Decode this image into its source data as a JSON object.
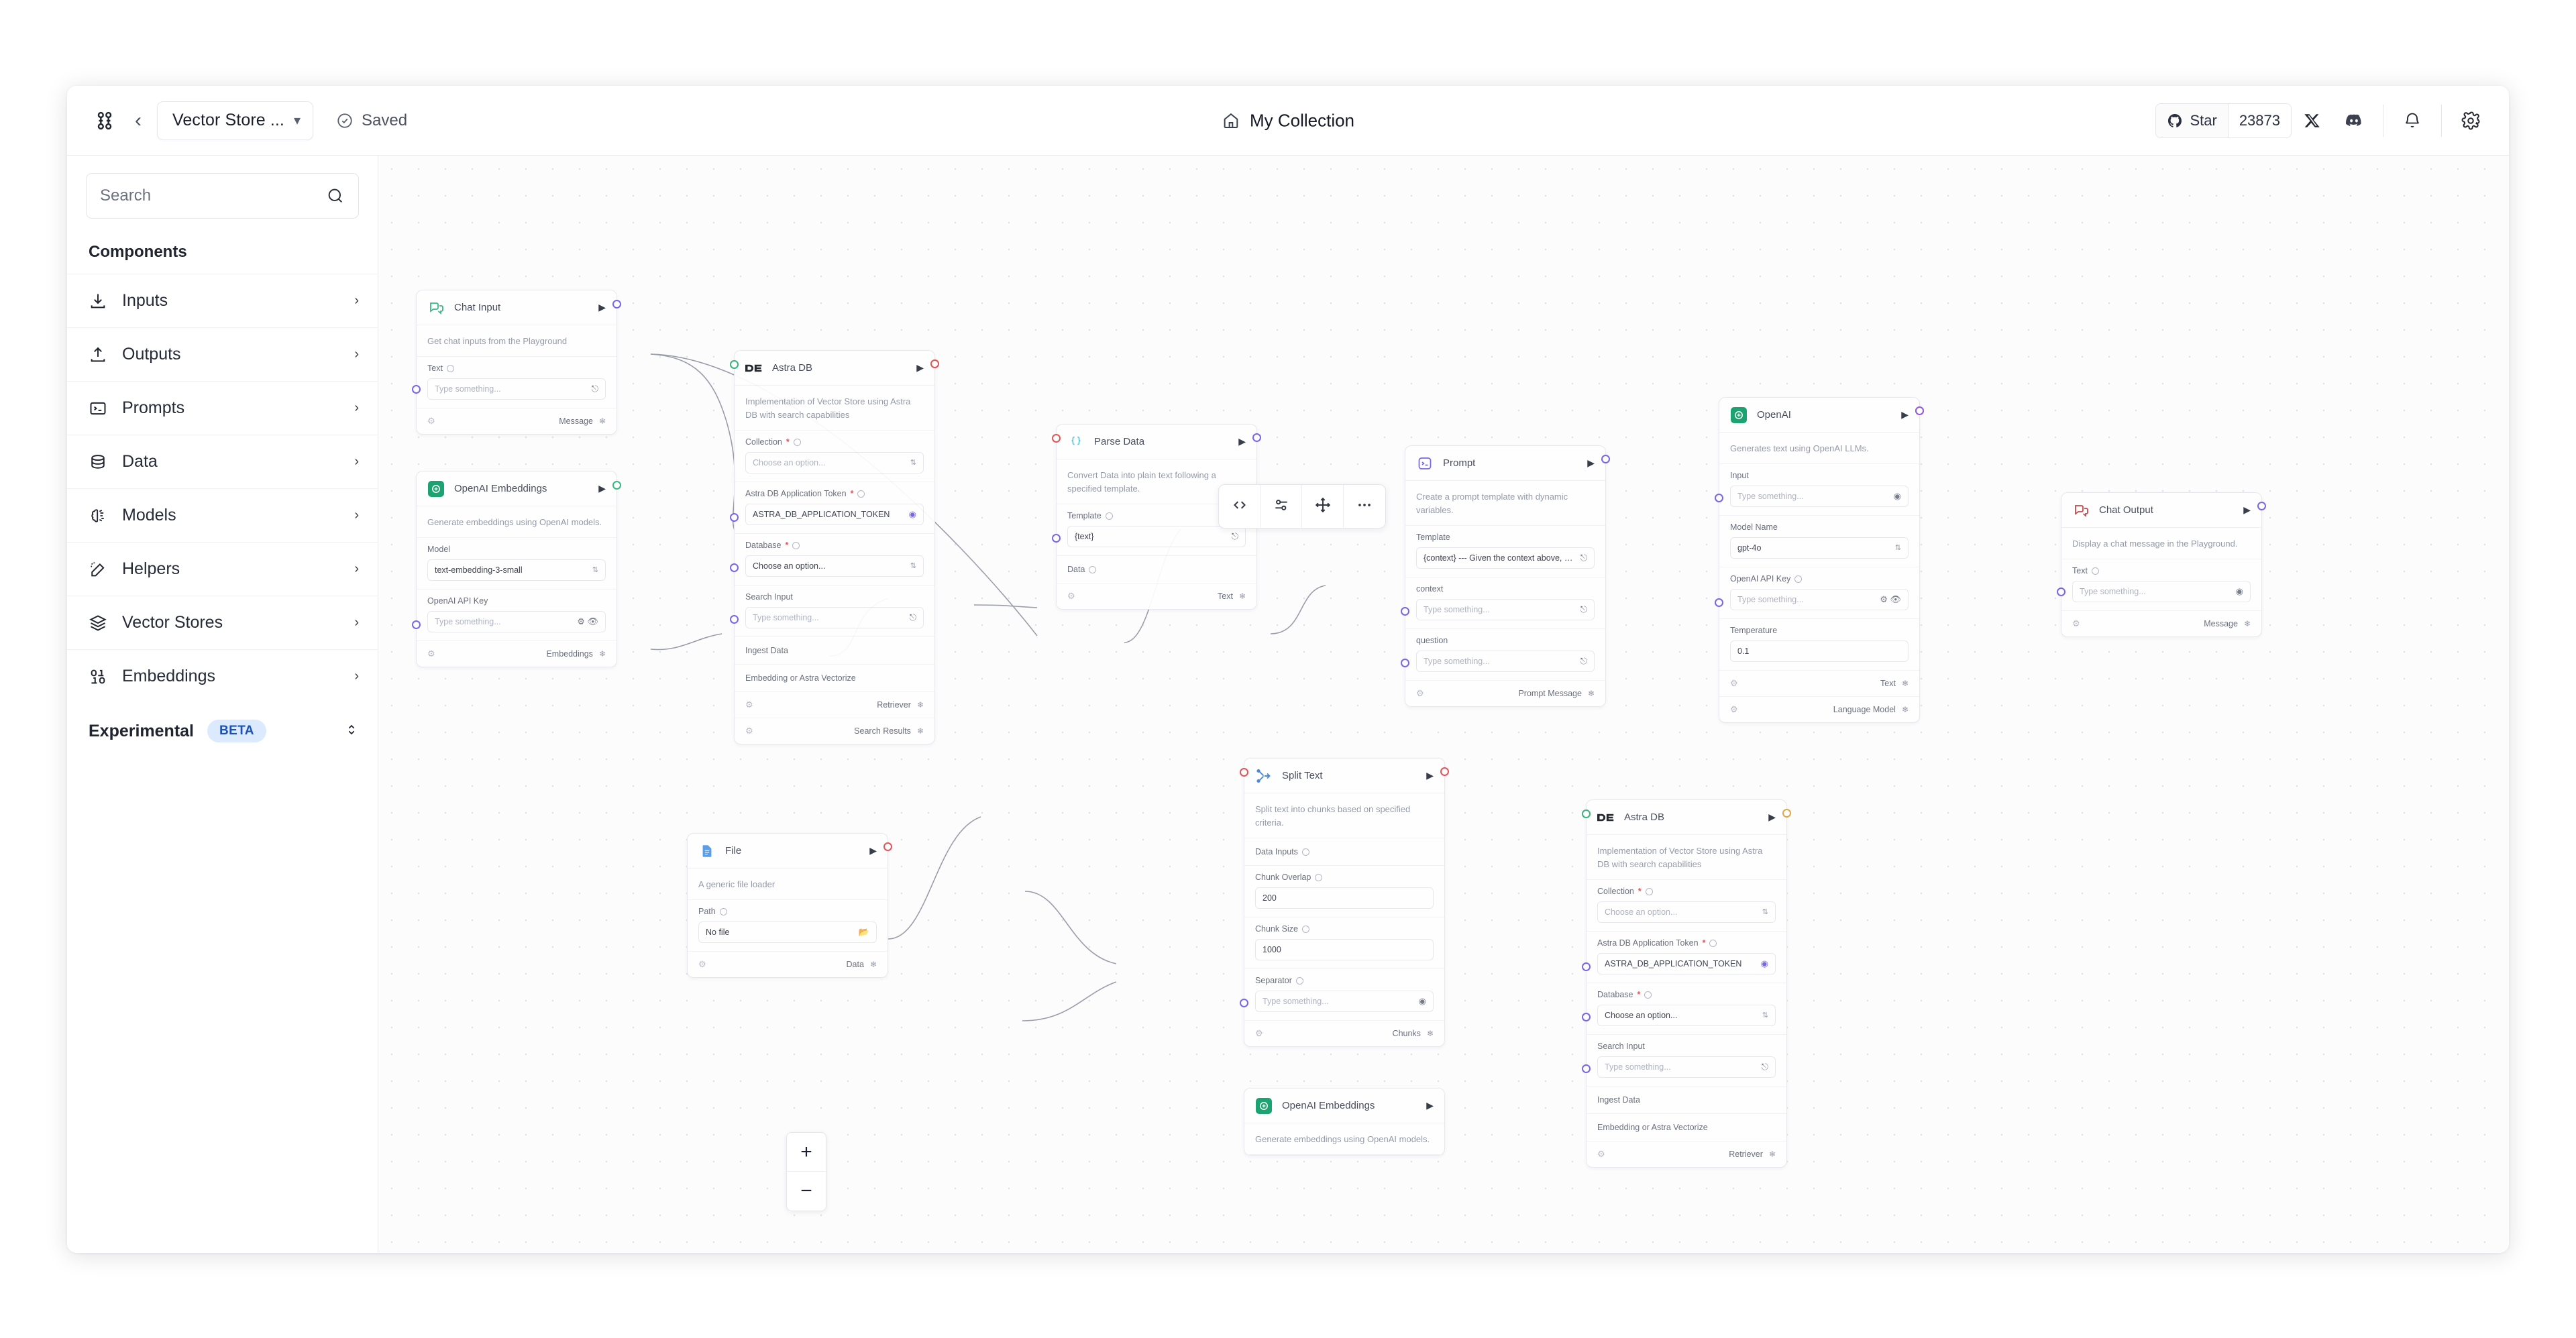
{
  "header": {
    "logo_icon": "langflow-logo-icon",
    "back_icon": "chevron-left-icon",
    "flow_name": "Vector Store ...",
    "flow_chevron_icon": "chevron-down-icon",
    "saved_label": "Saved",
    "saved_icon": "check-circle-icon",
    "title": "My Collection",
    "home_icon": "home-icon",
    "github_star_label": "Star",
    "github_star_count": "23873",
    "github_icon": "github-icon",
    "x_icon": "x-twitter-icon",
    "discord_icon": "discord-icon",
    "bell_icon": "bell-icon",
    "gear_icon": "gear-icon"
  },
  "sidebar": {
    "search_placeholder": "Search",
    "search_icon": "search-icon",
    "components_title": "Components",
    "items": [
      {
        "label": "Inputs",
        "icon": "download-icon"
      },
      {
        "label": "Outputs",
        "icon": "upload-icon"
      },
      {
        "label": "Prompts",
        "icon": "terminal-icon"
      },
      {
        "label": "Data",
        "icon": "database-icon"
      },
      {
        "label": "Models",
        "icon": "brain-icon"
      },
      {
        "label": "Helpers",
        "icon": "wand-icon"
      },
      {
        "label": "Vector Stores",
        "icon": "layers-icon"
      },
      {
        "label": "Embeddings",
        "icon": "binary-icon"
      }
    ],
    "experimental_label": "Experimental",
    "experimental_badge": "BETA",
    "experimental_toggle_icon": "chevron-up-down-icon"
  },
  "toolbar": {
    "buttons": [
      {
        "name": "code-button",
        "icon": "code-brackets-icon"
      },
      {
        "name": "tweaks-button",
        "icon": "sliders-icon"
      },
      {
        "name": "freeze-button",
        "icon": "move-arrows-icon"
      },
      {
        "name": "more-button",
        "icon": "ellipsis-icon"
      }
    ]
  },
  "zoom_controls": {
    "zoom_in": "+",
    "zoom_out": "−"
  },
  "nodes": {
    "chat_input": {
      "title": "Chat Input",
      "icon": "chat-bubble-icon",
      "description": "Get chat inputs from the Playground",
      "text_label": "Text",
      "text_placeholder": "Type something...",
      "output": "Message"
    },
    "openai_embeddings_top": {
      "title": "OpenAI Embeddings",
      "icon": "openai-icon",
      "description": "Generate embeddings using OpenAI models.",
      "model_label": "Model",
      "model_value": "text-embedding-3-small",
      "api_key_label": "OpenAI API Key",
      "api_key_placeholder": "Type something...",
      "output": "Embeddings"
    },
    "astra_db_top": {
      "title": "Astra DB",
      "icon": "datastax-icon",
      "description": "Implementation of Vector Store using Astra DB with search capabilities",
      "collection_label": "Collection",
      "collection_placeholder": "Choose an option...",
      "token_label": "Astra DB Application Token",
      "token_value": "ASTRA_DB_APPLICATION_TOKEN",
      "database_label": "Database",
      "database_placeholder": "Choose an option...",
      "search_input_label": "Search Input",
      "search_input_placeholder": "Type something...",
      "ingest_data_label": "Ingest Data",
      "embedding_label": "Embedding or Astra Vectorize",
      "output_retriever": "Retriever",
      "output_search_results": "Search Results"
    },
    "parse_data": {
      "title": "Parse Data",
      "icon": "curly-braces-icon",
      "description": "Convert Data into plain text following a specified template.",
      "template_label": "Template",
      "template_value": "{text}",
      "data_label": "Data",
      "output": "Text"
    },
    "prompt": {
      "title": "Prompt",
      "icon": "prompt-icon",
      "description": "Create a prompt template with dynamic variables.",
      "template_label": "Template",
      "template_value": "{context}  ---  Given the context above, answ...",
      "context_label": "context",
      "context_placeholder": "Type something...",
      "question_label": "question",
      "question_placeholder": "Type something...",
      "output": "Prompt Message"
    },
    "openai": {
      "title": "OpenAI",
      "icon": "openai-icon",
      "description": "Generates text using OpenAI LLMs.",
      "input_label": "Input",
      "input_placeholder": "Type something...",
      "model_name_label": "Model Name",
      "model_name_value": "gpt-4o",
      "api_key_label": "OpenAI API Key",
      "api_key_placeholder": "Type something...",
      "temperature_label": "Temperature",
      "temperature_value": "0.1",
      "output_text": "Text",
      "output_language_model": "Language Model"
    },
    "chat_output": {
      "title": "Chat Output",
      "icon": "chat-bubble-icon",
      "description": "Display a chat message in the Playground.",
      "text_label": "Text",
      "text_placeholder": "Type something...",
      "output": "Message"
    },
    "split_text": {
      "title": "Split Text",
      "icon": "split-icon",
      "description": "Split text into chunks based on specified criteria.",
      "data_inputs_label": "Data Inputs",
      "chunk_overlap_label": "Chunk Overlap",
      "chunk_overlap_value": "200",
      "chunk_size_label": "Chunk Size",
      "chunk_size_value": "1000",
      "separator_label": "Separator",
      "separator_placeholder": "Type something...",
      "output": "Chunks"
    },
    "file": {
      "title": "File",
      "icon": "file-icon",
      "description": "A generic file loader",
      "path_label": "Path",
      "path_value": "No file",
      "output": "Data"
    },
    "astra_db_bottom": {
      "title": "Astra DB",
      "icon": "datastax-icon",
      "description": "Implementation of Vector Store using Astra DB with search capabilities",
      "collection_label": "Collection",
      "collection_placeholder": "Choose an option...",
      "token_label": "Astra DB Application Token",
      "token_value": "ASTRA_DB_APPLICATION_TOKEN",
      "database_label": "Database",
      "database_placeholder": "Choose an option...",
      "search_input_label": "Search Input",
      "search_input_placeholder": "Type something...",
      "ingest_data_label": "Ingest Data",
      "embedding_label": "Embedding or Astra Vectorize",
      "output_retriever": "Retriever"
    },
    "openai_embeddings_bottom": {
      "title": "OpenAI Embeddings",
      "icon": "openai-icon",
      "description": "Generate embeddings using OpenAI models."
    }
  },
  "colors": {
    "accent": "#6b5ce7",
    "green": "#28b47a",
    "red": "#e0484c",
    "beta_badge_bg": "#dbeafe",
    "beta_badge_text": "#1e51b5"
  }
}
